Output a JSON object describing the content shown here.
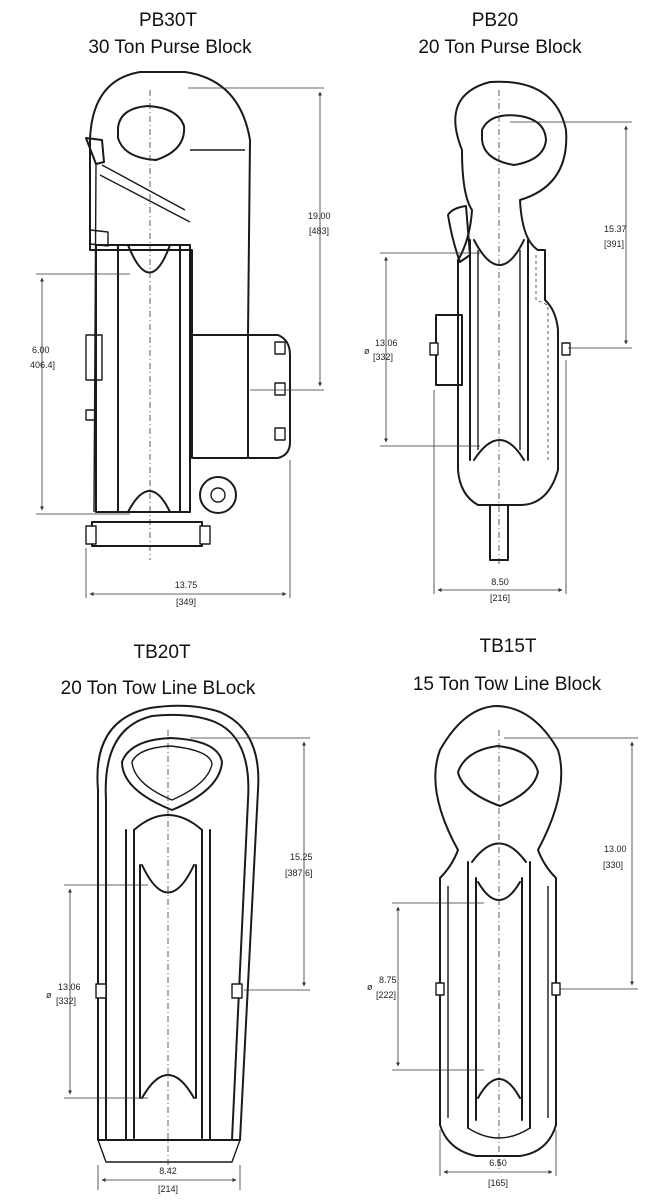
{
  "blocks": {
    "pb30t": {
      "code": "PB30T",
      "name": "30 Ton Purse Block",
      "dim_height": "19.00",
      "dim_height_mm": "[483]",
      "dim_sheave": "6.00",
      "dim_sheave_mm": "406.4]",
      "dim_width": "13.75",
      "dim_width_mm": "[349]"
    },
    "pb20": {
      "code": "PB20",
      "name": "20 Ton Purse Block",
      "dim_height": "15.37",
      "dim_height_mm": "[391]",
      "dim_sheave_prefix": "ø",
      "dim_sheave": "13.06",
      "dim_sheave_mm": "[332]",
      "dim_width": "8.50",
      "dim_width_mm": "[216]"
    },
    "tb20t": {
      "code": "TB20T",
      "name": "20 Ton Tow Line BLock",
      "dim_height": "15.25",
      "dim_height_mm": "[387,6]",
      "dim_sheave_prefix": "ø",
      "dim_sheave": "13.06",
      "dim_sheave_mm": "[332]",
      "dim_width": "8.42",
      "dim_width_mm": "[214]"
    },
    "tb15t": {
      "code": "TB15T",
      "name": "15 Ton Tow Line Block",
      "dim_height": "13.00",
      "dim_height_mm": "[330]",
      "dim_sheave_prefix": "ø",
      "dim_sheave": "8.75",
      "dim_sheave_mm": "[222]",
      "dim_width": "6.50",
      "dim_width_mm": "[165]"
    }
  }
}
